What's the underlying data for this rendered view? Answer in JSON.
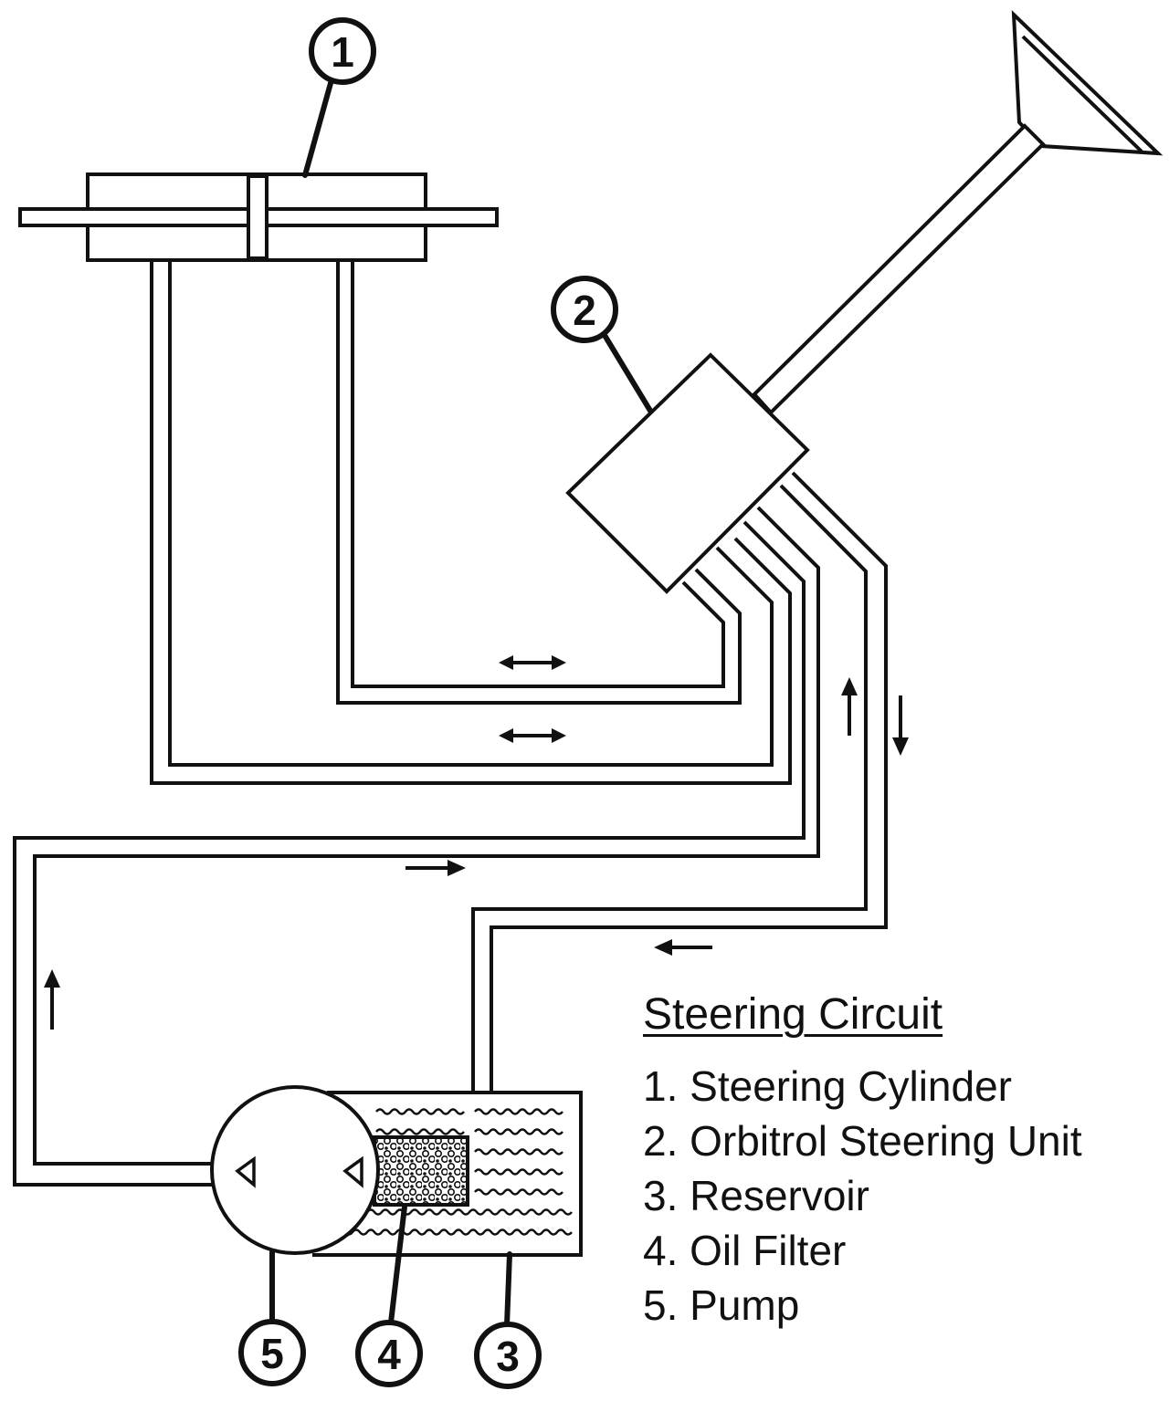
{
  "legend": {
    "title": "Steering Circuit",
    "items": [
      "1. Steering Cylinder",
      "2. Orbitrol Steering Unit",
      "3. Reservoir",
      "4. Oil Filter",
      "5. Pump"
    ]
  },
  "callouts": {
    "c1": "1",
    "c2": "2",
    "c3": "3",
    "c4": "4",
    "c5": "5"
  },
  "colors": {
    "line": "#111111",
    "background": "#ffffff"
  }
}
